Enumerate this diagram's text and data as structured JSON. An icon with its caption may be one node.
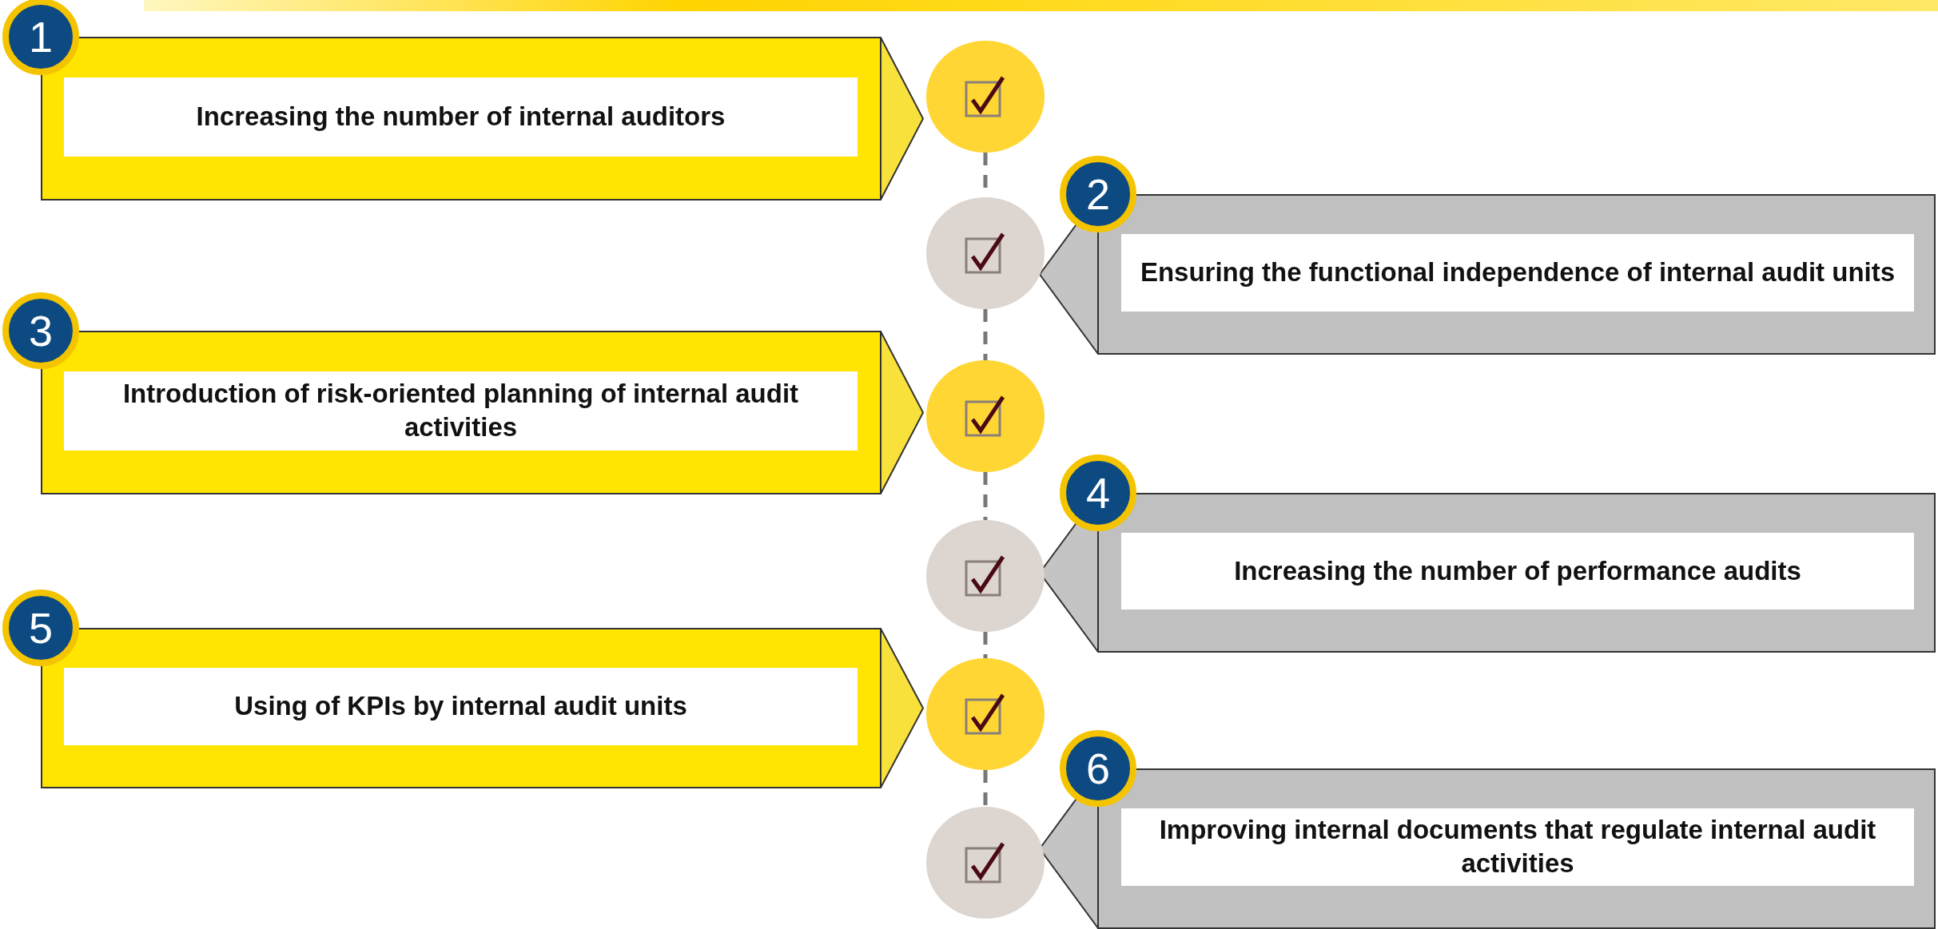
{
  "diagram": {
    "nodes": [
      {
        "text": [
          "1",
          "Increasing the number of internal auditors"
        ]
      },
      {
        "text": [],
        "shape": "circle"
      },
      {
        "text": [],
        "shape": "circle"
      },
      {
        "text": [
          "2",
          "Ensuring the functional independence of internal audit units"
        ]
      },
      {
        "text": [
          "3",
          "Introduction of risk-oriented planning of internal audit activities"
        ]
      },
      {
        "text": [],
        "shape": "circle"
      },
      {
        "text": [],
        "shape": "circle"
      },
      {
        "text": [
          "4",
          "Increasing the number of performance audits"
        ]
      },
      {
        "text": [
          "5",
          "Using of KPIs by internal audit units"
        ]
      },
      {
        "text": [],
        "shape": "circle"
      },
      {
        "text": [],
        "shape": "circle"
      },
      {
        "text": [
          "6",
          "Improving internal documents that regulate internal audit activities"
        ]
      }
    ],
    "edges": [
      {
        "from": 1,
        "to": 2,
        "arrow": "none",
        "style": "dashed"
      },
      {
        "from": 2,
        "to": 5,
        "arrow": "none",
        "style": "dashed"
      },
      {
        "from": 5,
        "to": 6,
        "arrow": "none",
        "style": "dashed"
      },
      {
        "from": 6,
        "to": 9,
        "arrow": "none",
        "style": "dashed"
      },
      {
        "from": 9,
        "to": 10,
        "arrow": "none",
        "style": "dashed"
      }
    ]
  }
}
